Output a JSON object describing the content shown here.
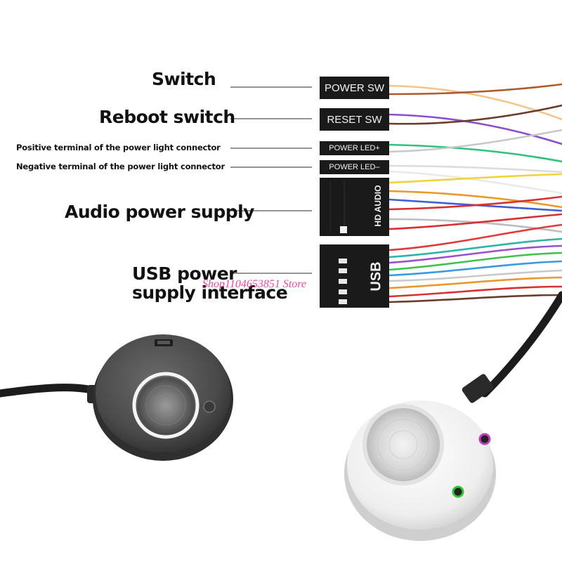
{
  "labels": {
    "switch": "Switch",
    "reboot": "Reboot switch",
    "pled_pos": "Positive terminal of the power light connector",
    "pled_neg": "Negative terminal of the power light connector",
    "audio": "Audio power supply",
    "usb_line1": "USB power",
    "usb_line2": "supply interface"
  },
  "connectors": {
    "power_sw": "POWER SW",
    "reset_sw": "RESET SW",
    "power_led_pos": "POWER LED+",
    "power_led_neg": "POWER LED–",
    "hd_audio": "HD AUDIO",
    "usb": "USB"
  },
  "watermark": "Shop1104653851 Store",
  "wire_colors": [
    "#f5c48a",
    "#8a4fd1",
    "#b05a2c",
    "#2fc27a",
    "#dcdcdc",
    "#f0d23a",
    "#3f5fd6",
    "#d83030",
    "#2fb4a8",
    "#e89a2a",
    "#9b4fcf",
    "#3a9ae0",
    "#e03a3a"
  ]
}
